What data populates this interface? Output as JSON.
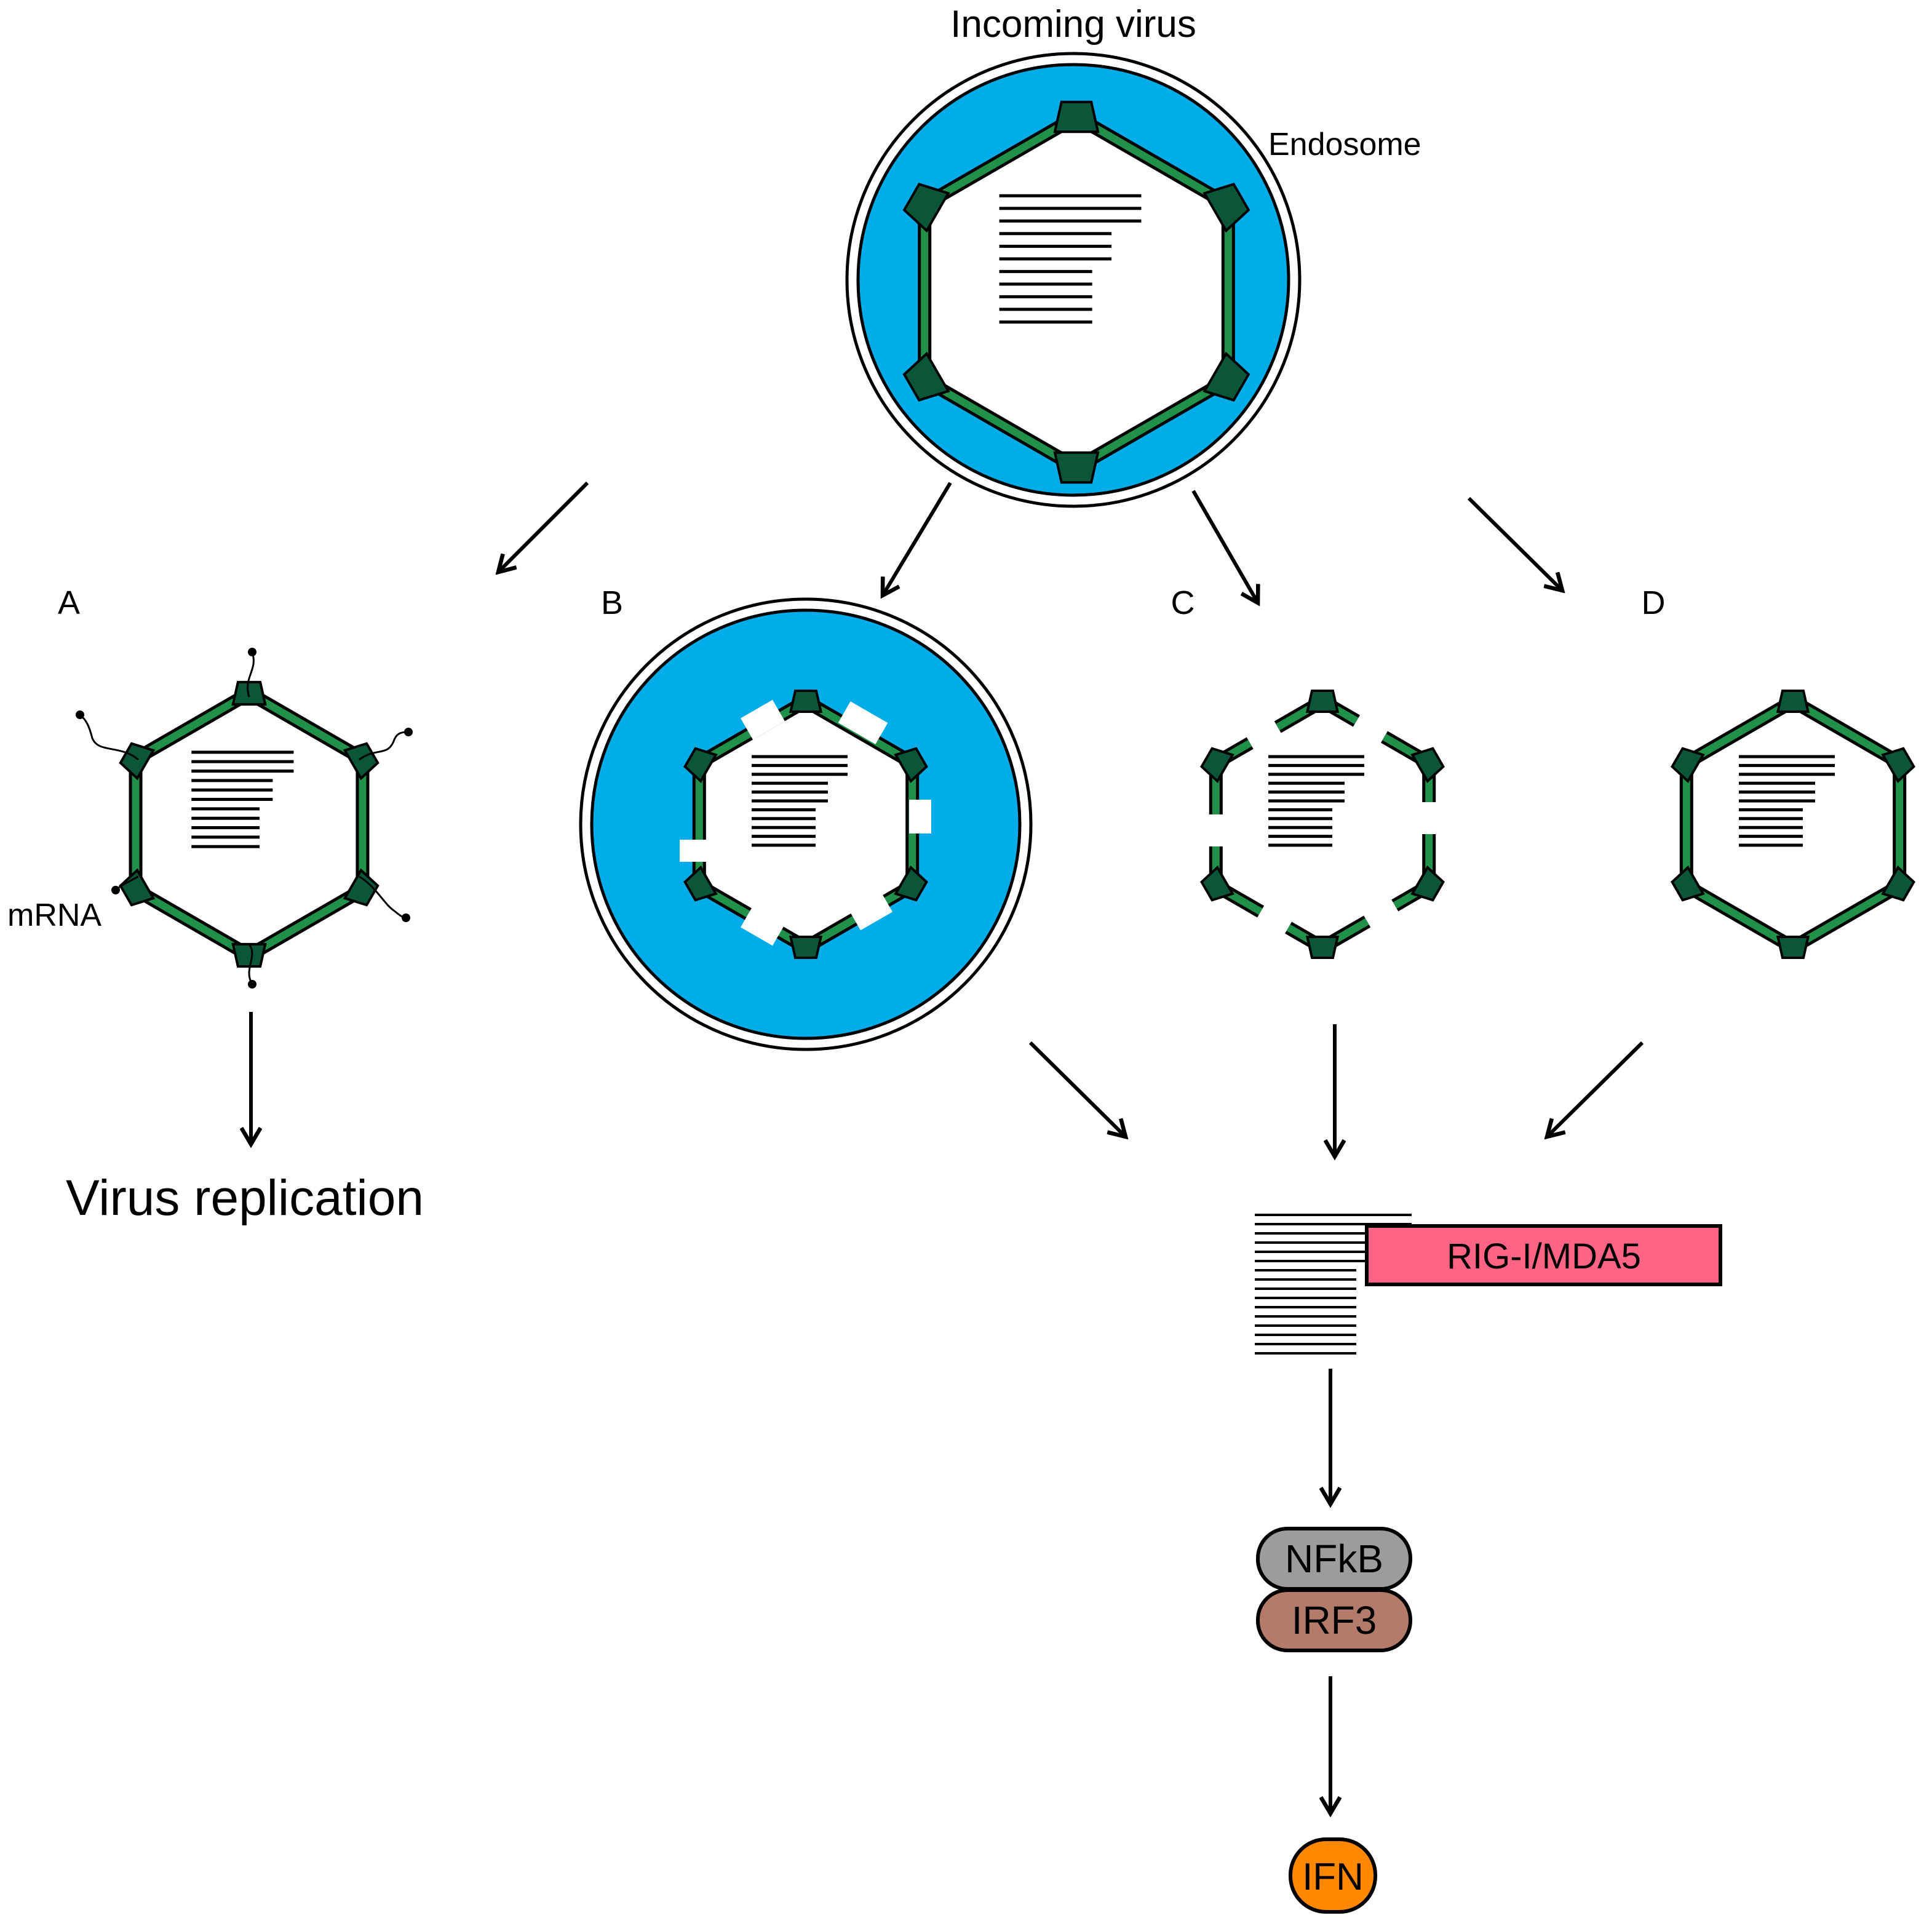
{
  "labels": {
    "incoming": "Incoming virus",
    "endosome": "Endosome",
    "panel_a": "A",
    "panel_b": "B",
    "panel_c": "C",
    "panel_d": "D",
    "mrna": "mRNA",
    "replication": "Virus replication",
    "receptor": "RIG-I/MDA5",
    "nfkb": "NFkB",
    "irf3": "IRF3",
    "ifn": "IFN"
  },
  "colors": {
    "endosome_fill": "#00ADE8",
    "capsid_edge": "#21914A",
    "capsid_vertex": "#0B5538",
    "receptor_fill": "#FF6484",
    "nfkb_fill": "#9C9C9C",
    "irf3_fill": "#B47A6A",
    "ifn_fill": "#FF8800"
  }
}
